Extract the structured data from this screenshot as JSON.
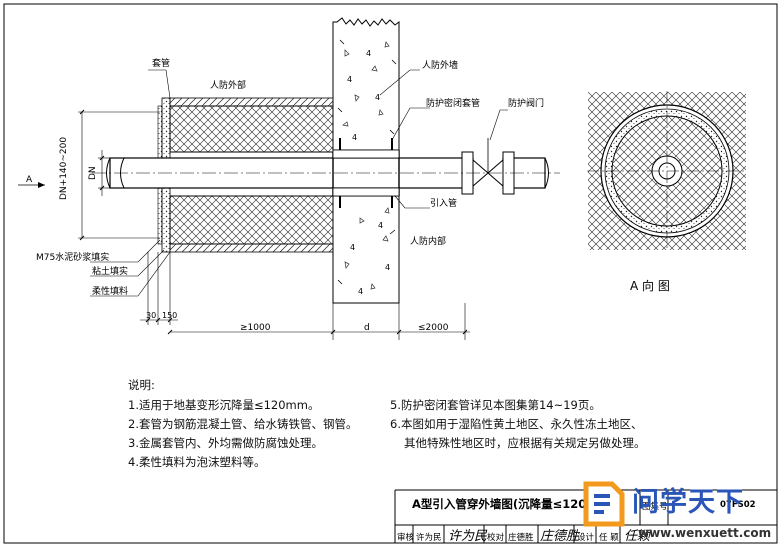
{
  "labels": {
    "sleeve": "套管",
    "outside": "人防外部",
    "wall": "人防外墙",
    "sealed_sleeve": "防护密闭套管",
    "valve": "防护阀门",
    "pipe_in": "引入管",
    "inside": "人防内部",
    "mortar": "M75水泥砂浆填实",
    "clay": "粘土填实",
    "soft_fill": "柔性填料",
    "dn": "DN",
    "dn_dim": "DN+140~200",
    "a_arrow": "A",
    "view_title": "A 向 图"
  },
  "dims": {
    "d30": "30",
    "d150": "150",
    "d1000": "≥1000",
    "d_wall": "d",
    "d2000": "≤2000"
  },
  "notes": {
    "heading": "说明:",
    "n1": "1.适用于地基变形沉降量≤120mm。",
    "n2": "2.套管为钢筋混凝土管、给水铸铁管、钢管。",
    "n3": "3.金属套管内、外均需做防腐蚀处理。",
    "n4": "4.柔性填料为泡沫塑料等。",
    "n5": "5.防护密闭套管详见本图集第14~19页。",
    "n6a": "6.本图如用于湿陷性黄土地区、永久性冻土地区、",
    "n6b": "其他特殊性地区时，应根据有关规定另做处理。"
  },
  "title_block": {
    "title": "A型引入管穿外墙图(沉降量≤120mm)",
    "atlas_label": "图集号",
    "atlas_no": "07FS02",
    "review_label": "审核",
    "reviewer": "许为民",
    "check_label": "校对",
    "checker": "庄德胜",
    "design_label": "设计",
    "designer": "任 颖",
    "sig1": "许为民",
    "sig2": "庄德胜",
    "sig3": "任颖"
  },
  "watermark": {
    "brand": "问学天下",
    "url": "www.wenxuett.com"
  }
}
